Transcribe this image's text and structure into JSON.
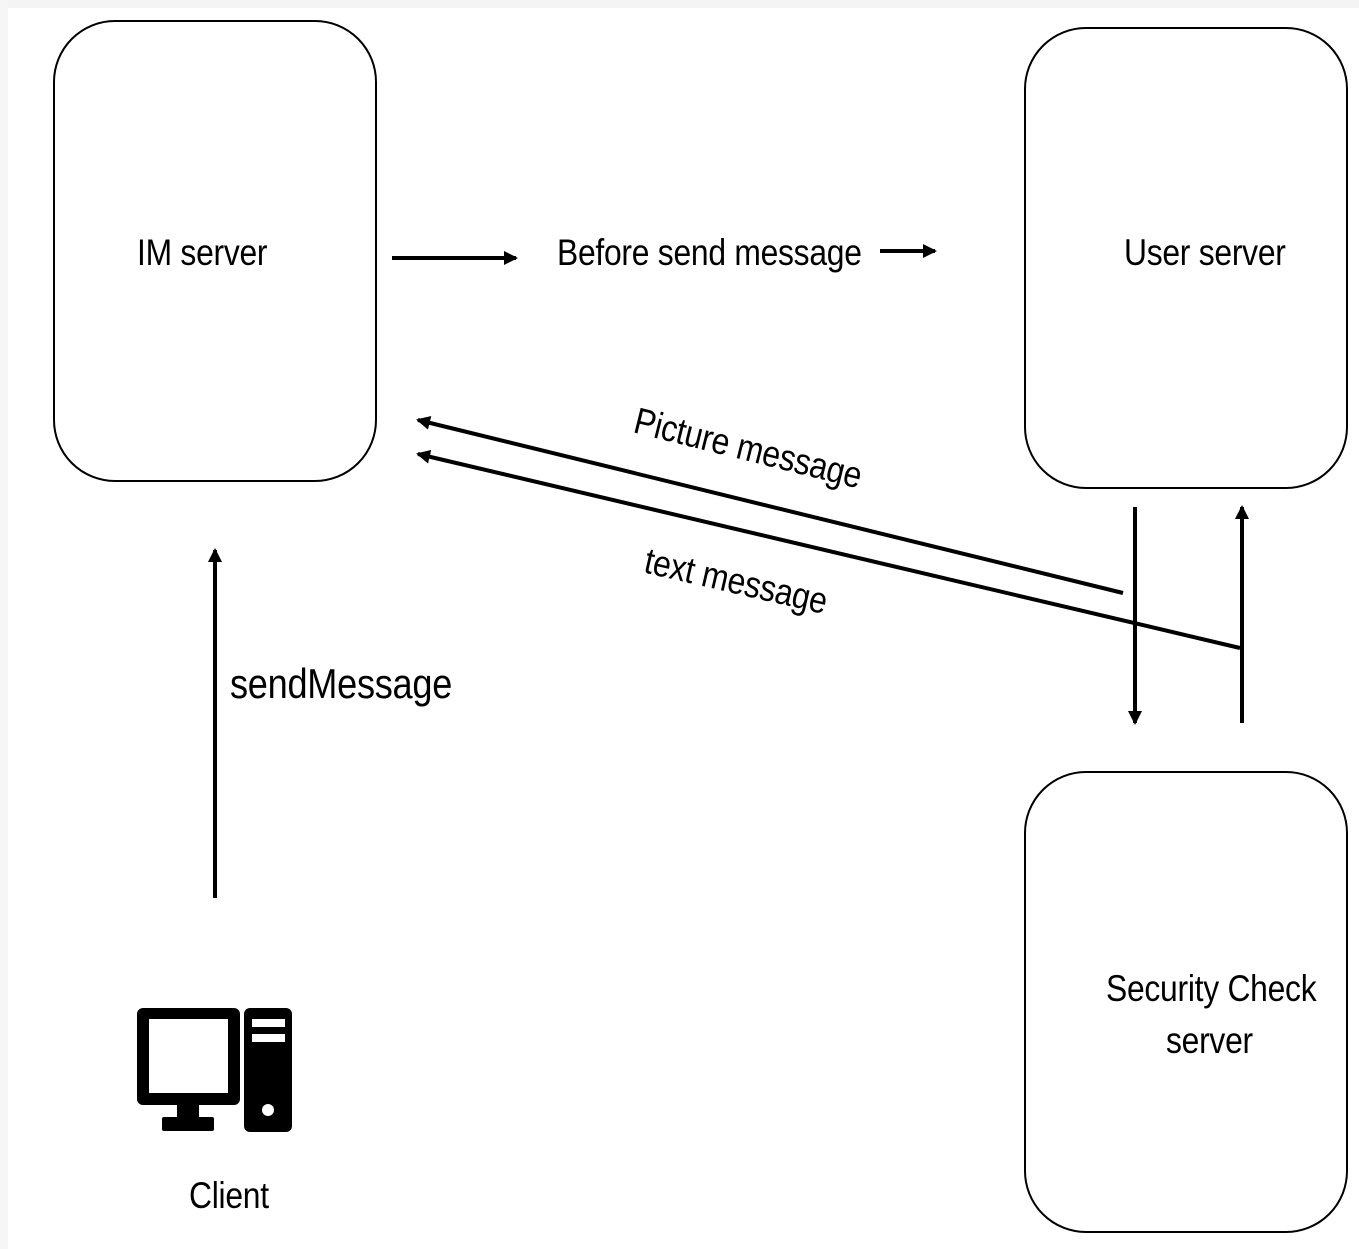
{
  "nodes": {
    "im_server": "IM server",
    "user_server": "User server",
    "security_check_server": [
      "Security Check",
      "server"
    ],
    "client": "Client"
  },
  "edges": {
    "before_send_message": "Before send message",
    "picture_message": "Picture message",
    "text_message": "text message",
    "send_message": "sendMessage"
  },
  "icons": {
    "client": "desktop-computer-icon"
  }
}
